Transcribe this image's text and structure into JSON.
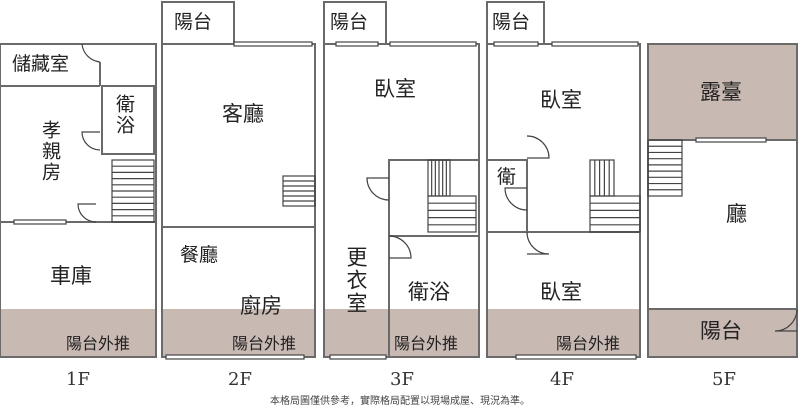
{
  "colors": {
    "wall": "#6a6a6a",
    "line": "#444444",
    "shade": "#c9b9b3",
    "ground": "#ffffff"
  },
  "floors": {
    "f1": {
      "label": "1F",
      "storage": "儲藏室",
      "bath": "衛浴",
      "elder": "孝親房",
      "garage": "車庫",
      "extend": "陽台外推"
    },
    "f2": {
      "label": "2F",
      "balcony": "陽台",
      "living": "客廳",
      "dining": "餐廳",
      "kitchen": "廚房",
      "extend": "陽台外推"
    },
    "f3": {
      "label": "3F",
      "balcony": "陽台",
      "bedroom": "臥室",
      "closet": "更衣室",
      "bath": "衛浴",
      "extend": "陽台外推"
    },
    "f4": {
      "label": "4F",
      "balcony": "陽台",
      "bedroom1": "臥室",
      "bath": "衛",
      "bedroom2": "臥室",
      "extend": "陽台外推"
    },
    "f5": {
      "label": "5F",
      "terrace": "露臺",
      "hall": "廳",
      "balcony": "陽台"
    }
  },
  "disclaimer": "本格局圖僅供參考，實際格局配置以現場成屋、現況為準。"
}
